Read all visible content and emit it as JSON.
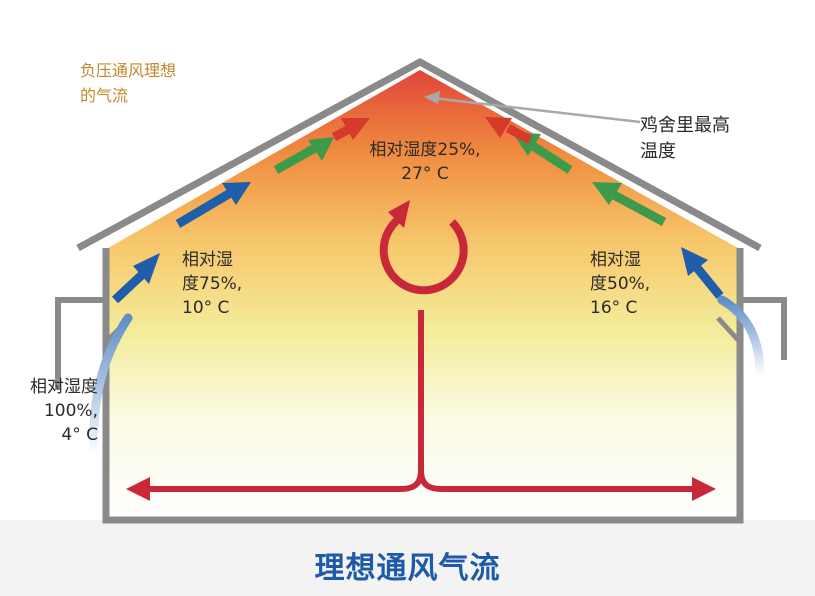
{
  "note": {
    "line1": "负压通风理想",
    "line2": "的气流"
  },
  "peak_label": {
    "line1": "相对湿度25%,",
    "line2": "27° C"
  },
  "left_label": {
    "line1": "相对湿",
    "line2": "度75%,",
    "line3": "10° C"
  },
  "right_label": {
    "line1": "相对湿",
    "line2": "度50%,",
    "line3": "16° C"
  },
  "outside_label": {
    "line1": "相对湿度",
    "line2": "100%,",
    "line3": "4° C"
  },
  "hottest_label": {
    "line1": "鸡舍里最高",
    "line2": "温度"
  },
  "caption": "理想通风气流",
  "colors": {
    "wall": "#8a8a8a",
    "airflow_red": "#c9283a",
    "arrow_dark_blue": "#1f5ea8",
    "arrow_light_blue": "#7aa4d4",
    "arrow_green": "#3d9a4a",
    "arrow_red": "#d53a2a",
    "caption_blue": "#1e5aa8",
    "note_orange": "#c08a2a"
  }
}
